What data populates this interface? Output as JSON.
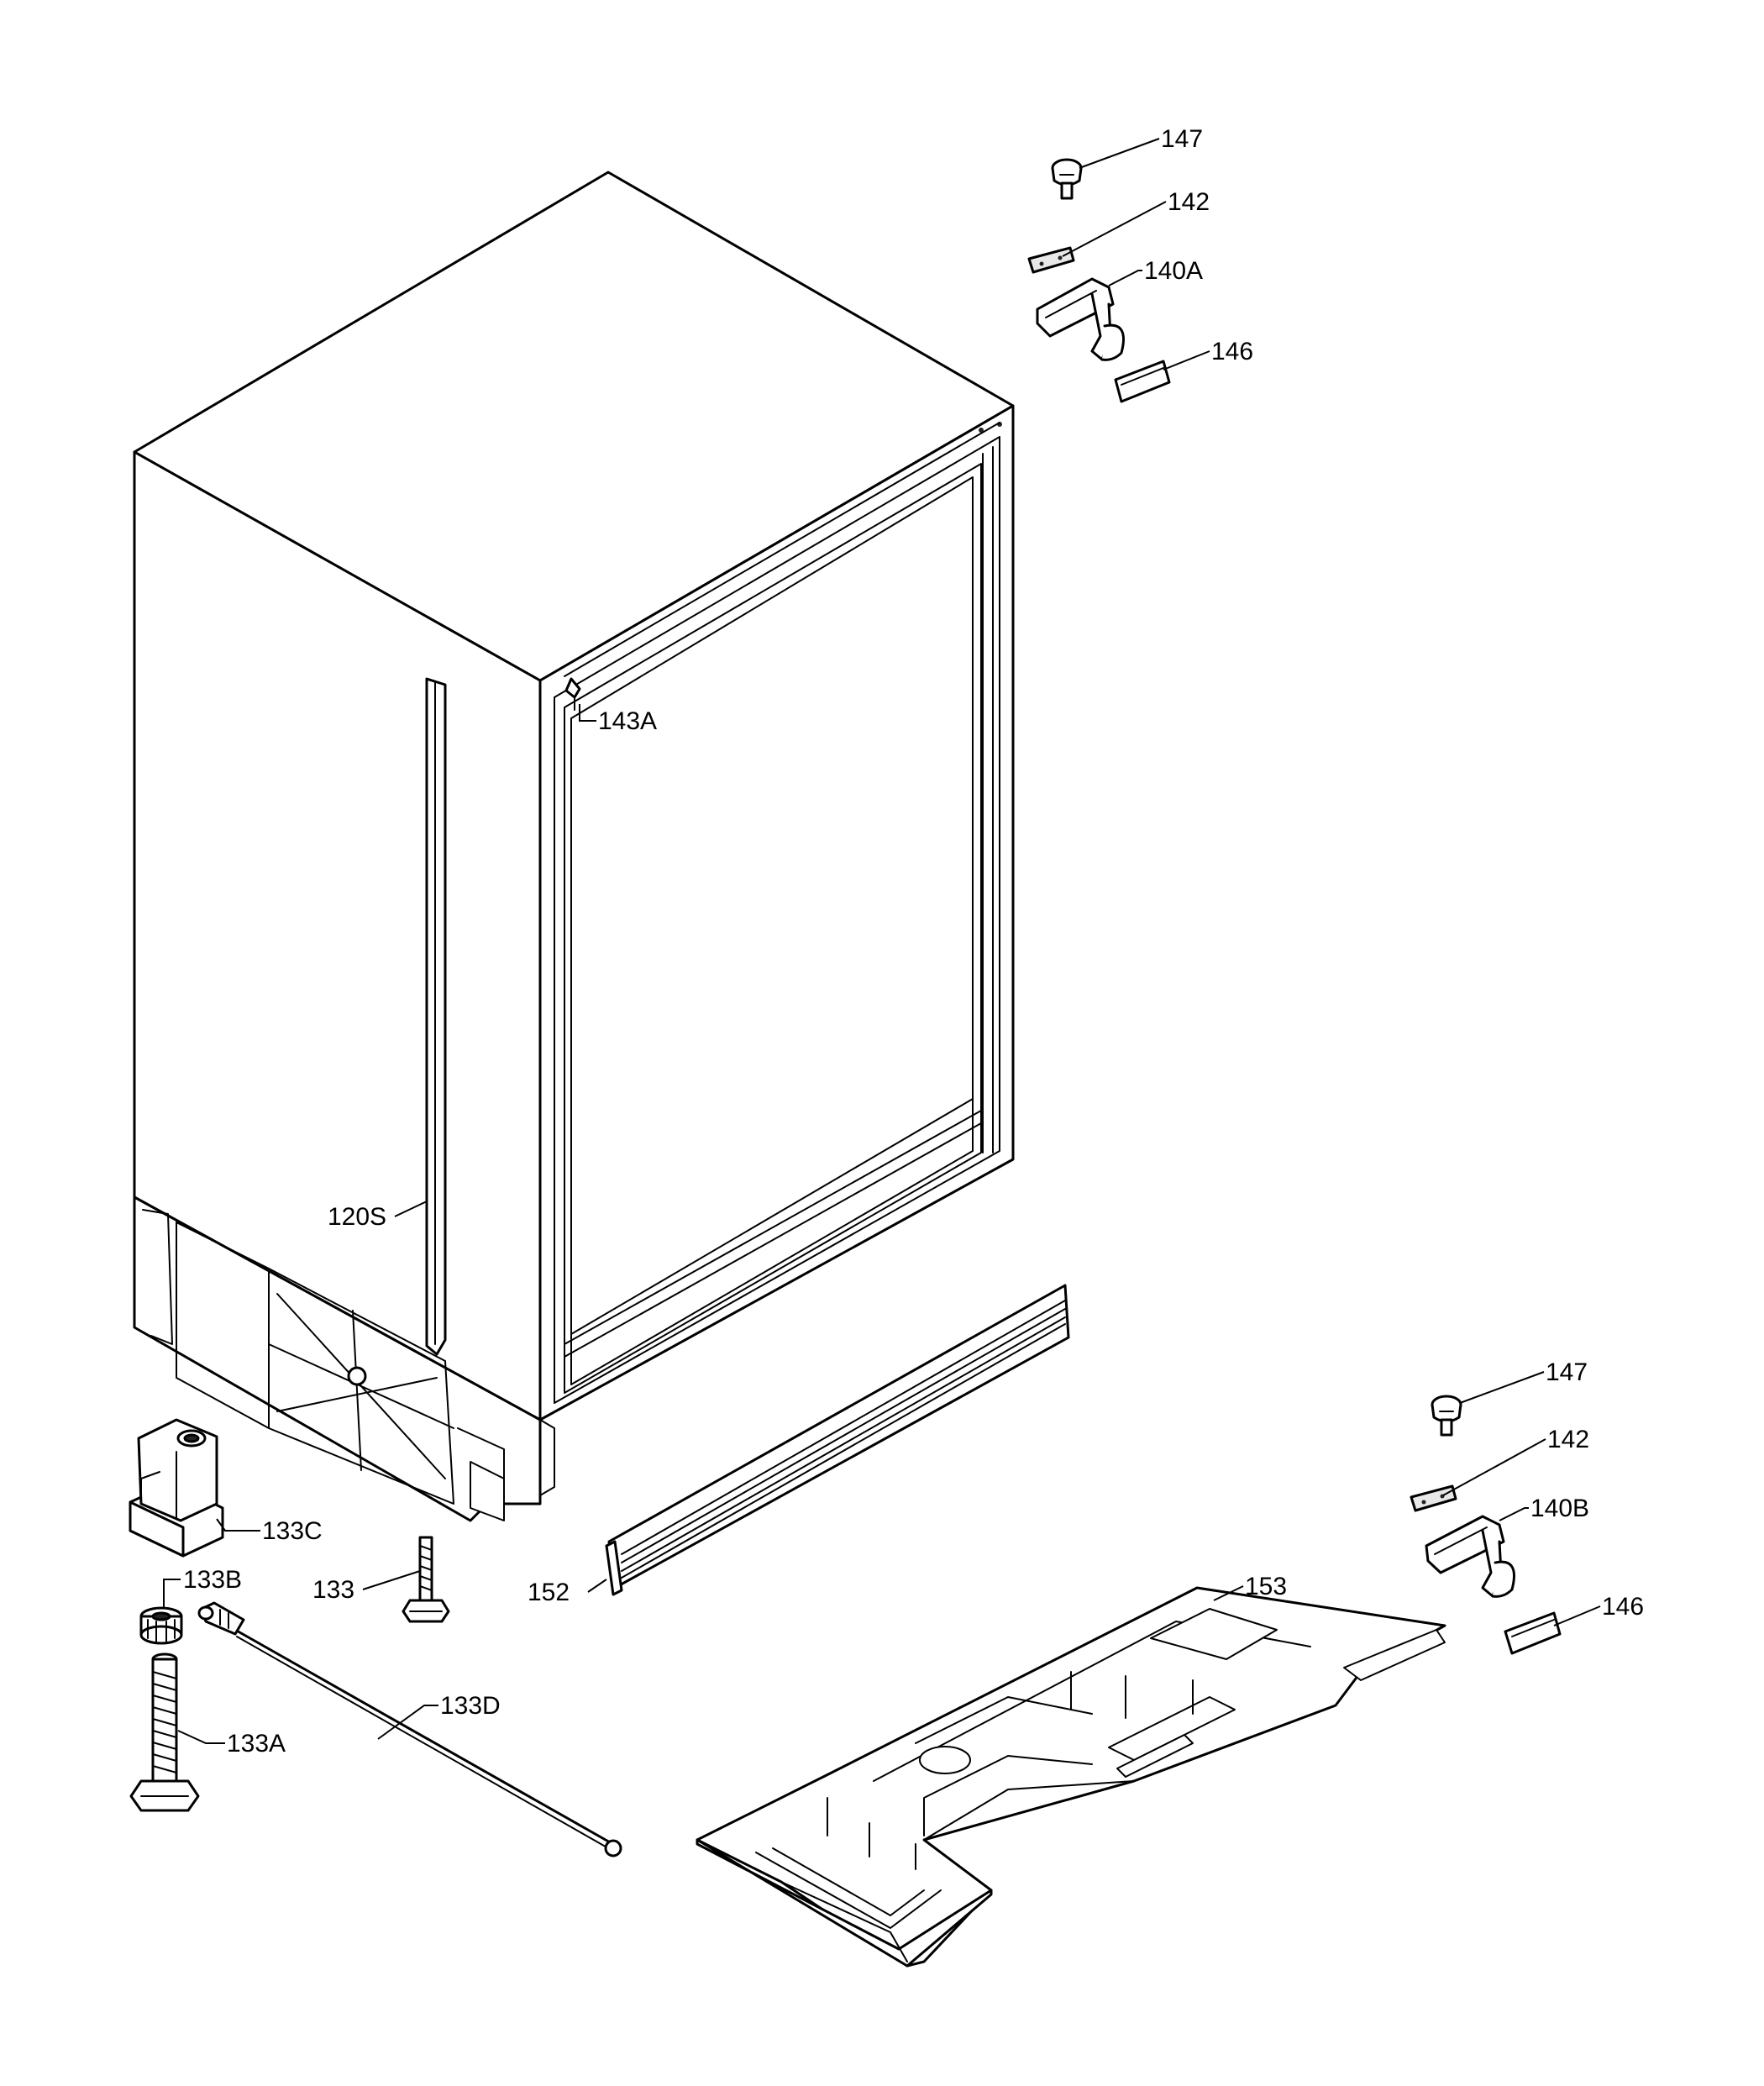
{
  "colors": {
    "line": "#000000",
    "background": "#ffffff"
  },
  "callouts": {
    "c147_top": "147",
    "c142_top": "142",
    "c140A": "140A",
    "c146_top": "146",
    "c143A": "143A",
    "c120S": "120S",
    "c147_bot": "147",
    "c142_bot": "142",
    "c140B": "140B",
    "c146_bot": "146",
    "c153": "153",
    "c152": "152",
    "c133C": "133C",
    "c133B": "133B",
    "c133": "133",
    "c133D": "133D",
    "c133A": "133A"
  }
}
